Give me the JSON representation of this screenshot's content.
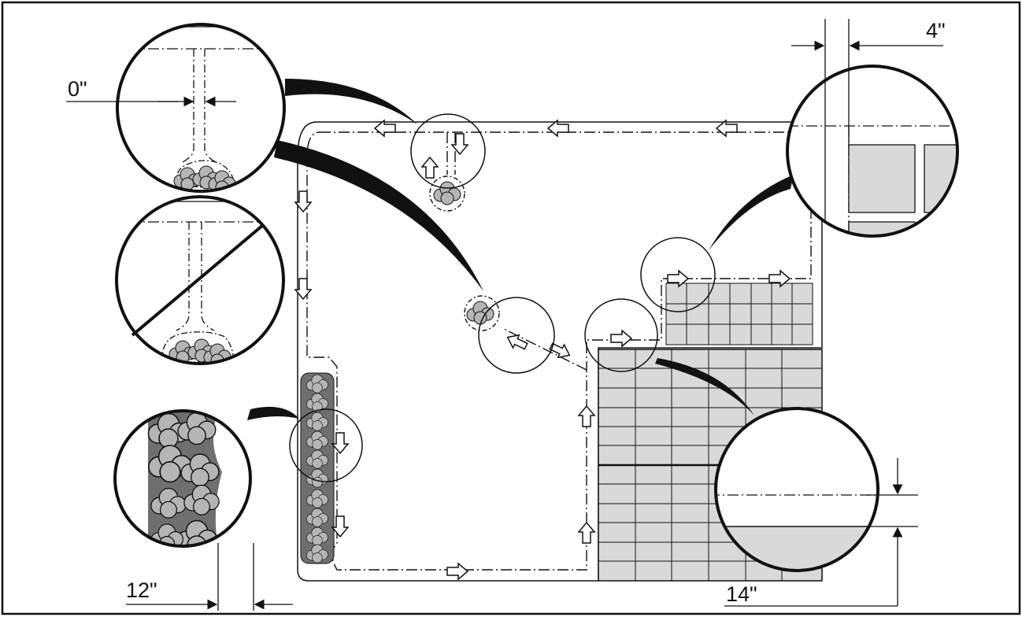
{
  "dimensions": {
    "top_left_gap": "0\"",
    "top_right_gap": "4\"",
    "bottom_left_gap": "12\"",
    "bottom_right_gap": "14\""
  },
  "colors": {
    "line": "#111111",
    "shrub_fill": "#b5b5b5",
    "hedge_fill": "#6f6f6f",
    "paving_fill": "#d9d9d9",
    "background": "#ffffff"
  },
  "icons": {
    "direction": "outline-arrow-icon",
    "shrub": "shrub-icon"
  }
}
